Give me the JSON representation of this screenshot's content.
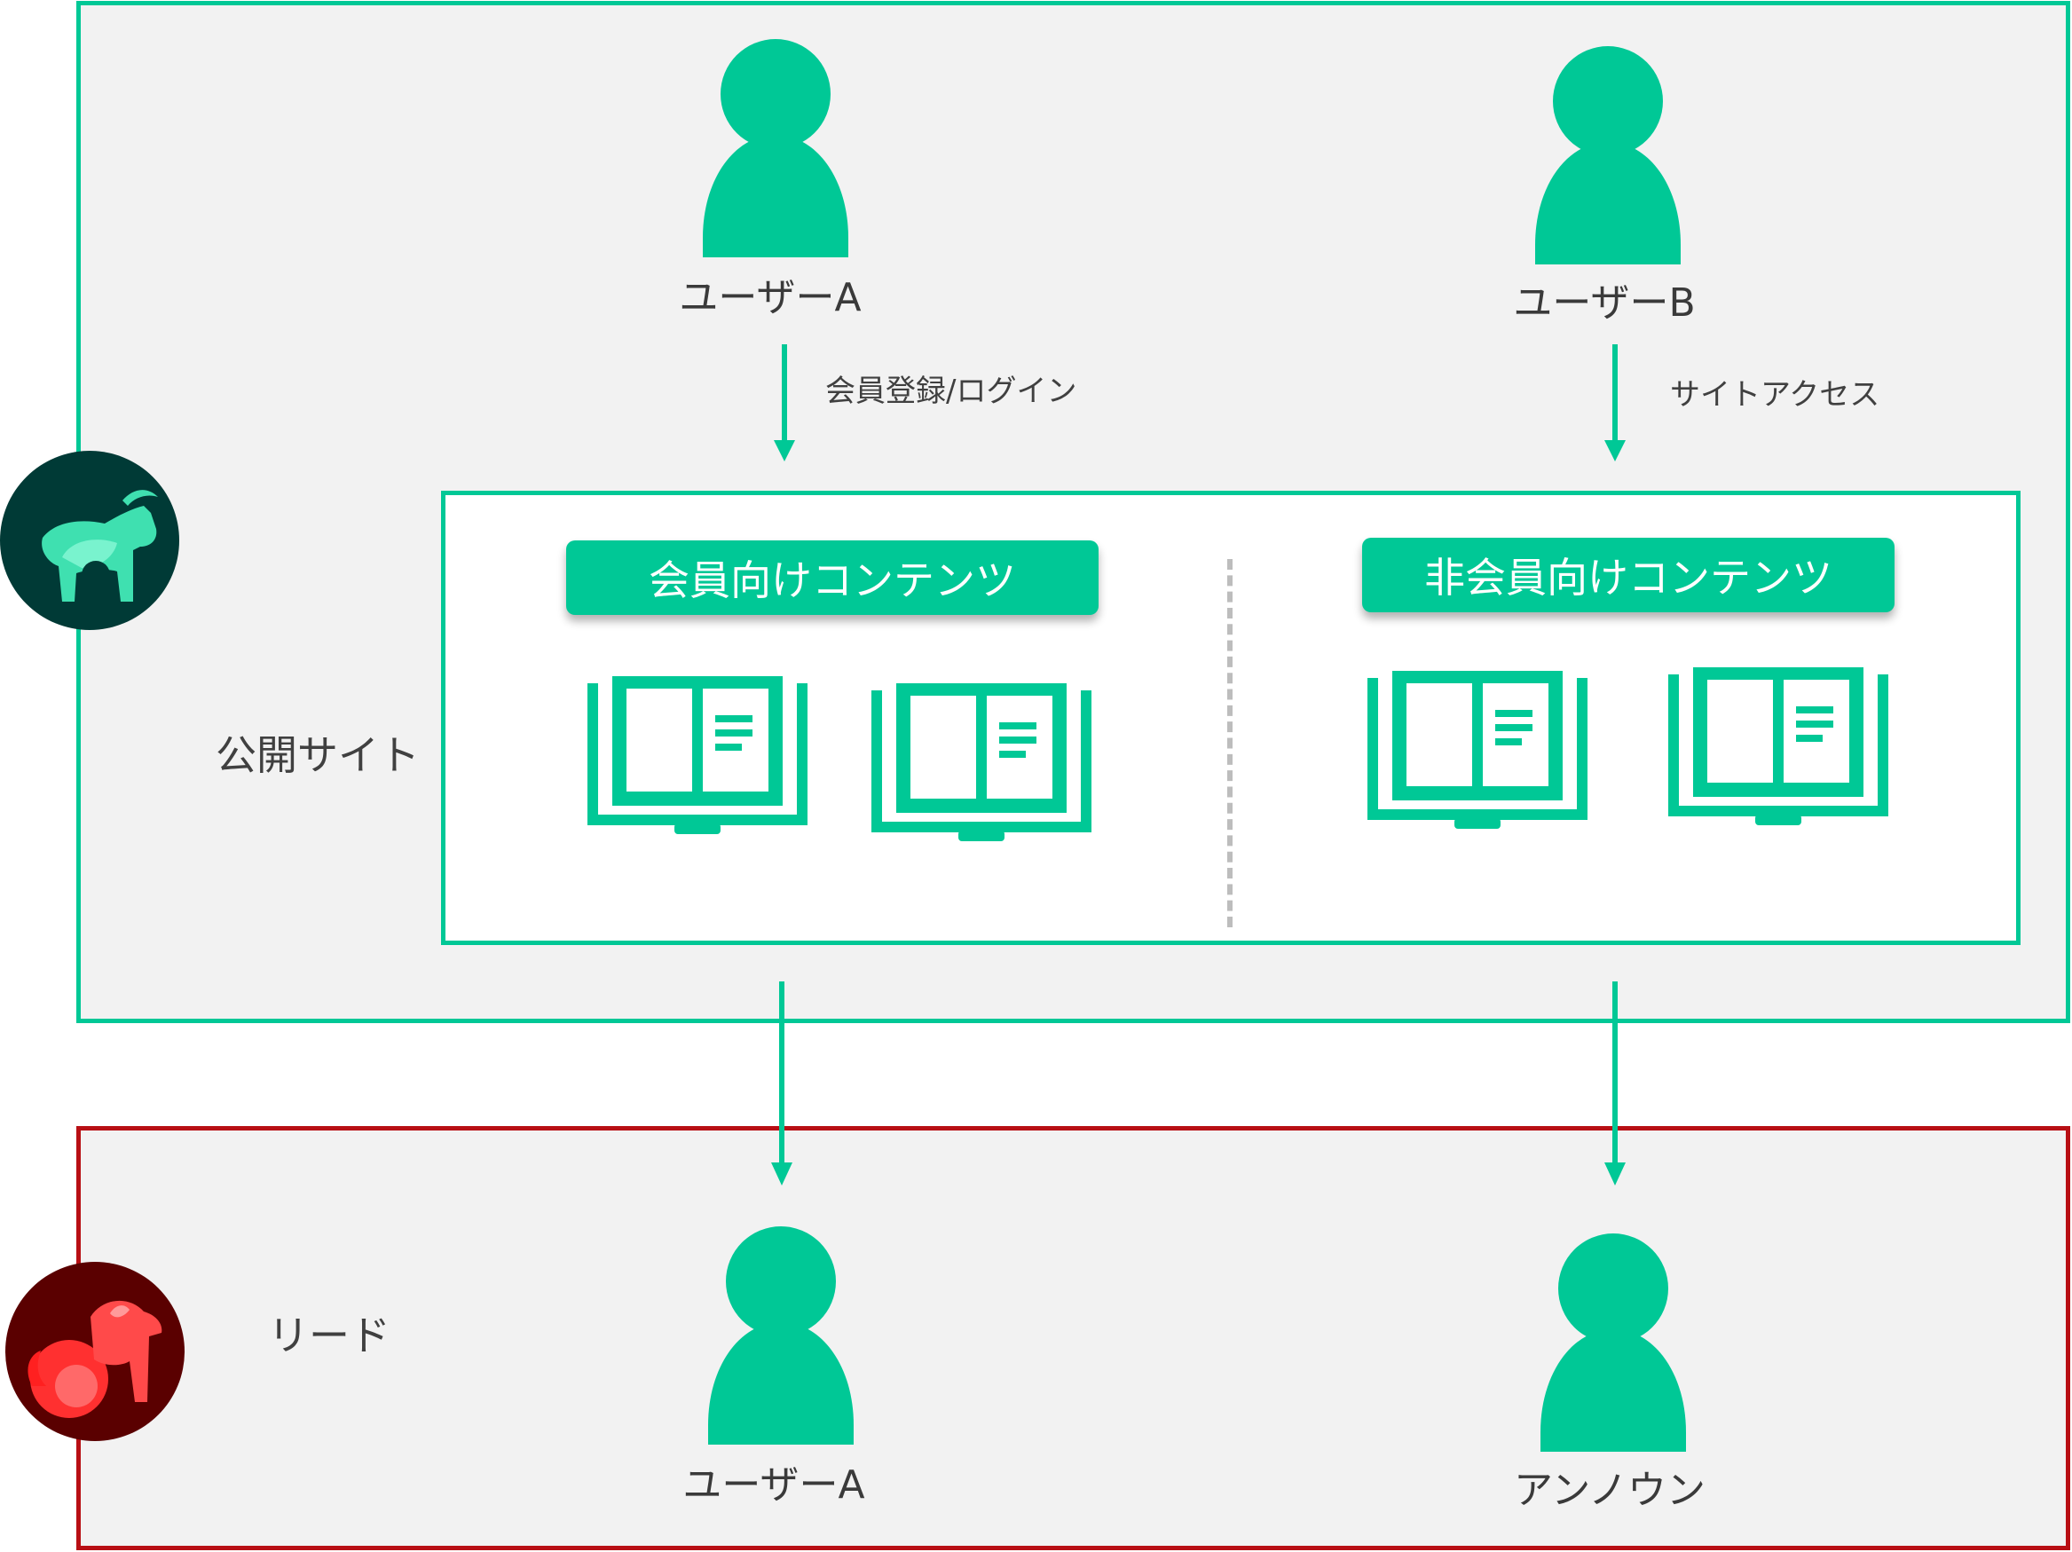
{
  "colors": {
    "accent": "#00c896",
    "lead_border": "#b80f14",
    "panel_bg": "#f2f2f2",
    "text": "#3a3a3a",
    "divider": "#bdbdbd"
  },
  "public_site": {
    "label": "公開サイト",
    "badge_icon": "goat-logo-icon",
    "users": [
      {
        "label": "ユーザーA",
        "action": "会員登録/ログイン"
      },
      {
        "label": "ユーザーB",
        "action": "サイトアクセス"
      }
    ],
    "content_sections": [
      {
        "title": "会員向けコンテンツ",
        "items": 2
      },
      {
        "title": "非会員向けコンテンツ",
        "items": 2
      }
    ]
  },
  "leads": {
    "label": "リード",
    "badge_icon": "dog-logo-icon",
    "users": [
      {
        "label": "ユーザーA"
      },
      {
        "label": "アンノウン"
      }
    ]
  }
}
